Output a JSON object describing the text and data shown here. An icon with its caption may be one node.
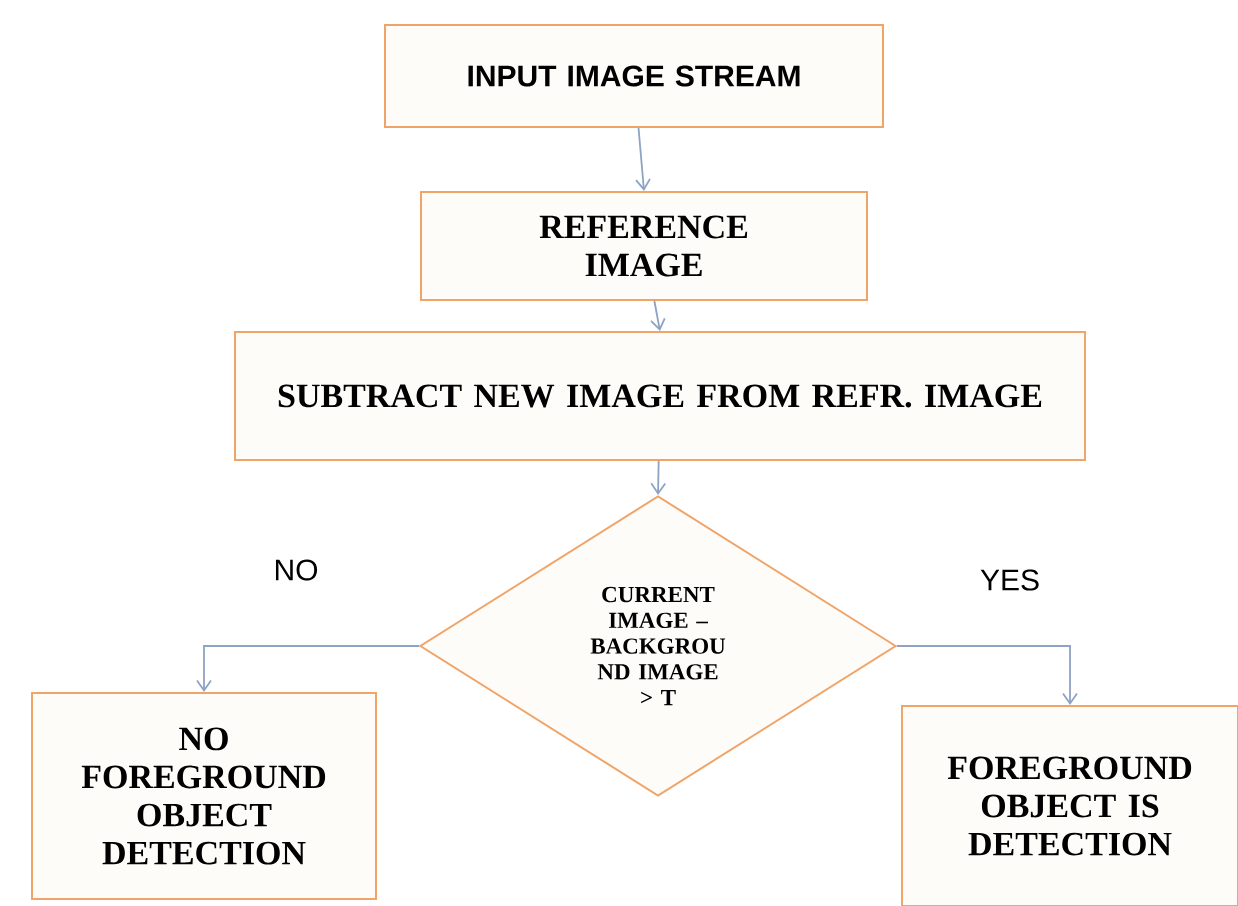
{
  "diagram": {
    "nodes": [
      {
        "text": [
          "INPUT  IMAGE STREAM"
        ]
      },
      {
        "text": [
          "REFERENCE IMAGE"
        ]
      },
      {
        "text": [
          "SUBTRACT NEW IMAGE FROM REFR. IMAGE"
        ]
      },
      {
        "text": [
          "CURRENT IMAGE – BACKGROU ND IMAGE > T"
        ]
      },
      {
        "text": [
          "NO FOREGROUND OBJECT DETECTION"
        ]
      },
      {
        "text": [
          "FOREGROUND OBJECT IS DETECTION"
        ]
      }
    ],
    "edges": [
      {
        "from": 0,
        "to": 1,
        "arrow": "to"
      },
      {
        "from": 1,
        "to": 2,
        "arrow": "to"
      },
      {
        "from": 2,
        "to": 3,
        "arrow": "to"
      },
      {
        "from": 3,
        "to": 4,
        "arrow": "to",
        "label": "NO"
      },
      {
        "from": 3,
        "to": 5,
        "arrow": "to",
        "label": "YES"
      }
    ]
  }
}
